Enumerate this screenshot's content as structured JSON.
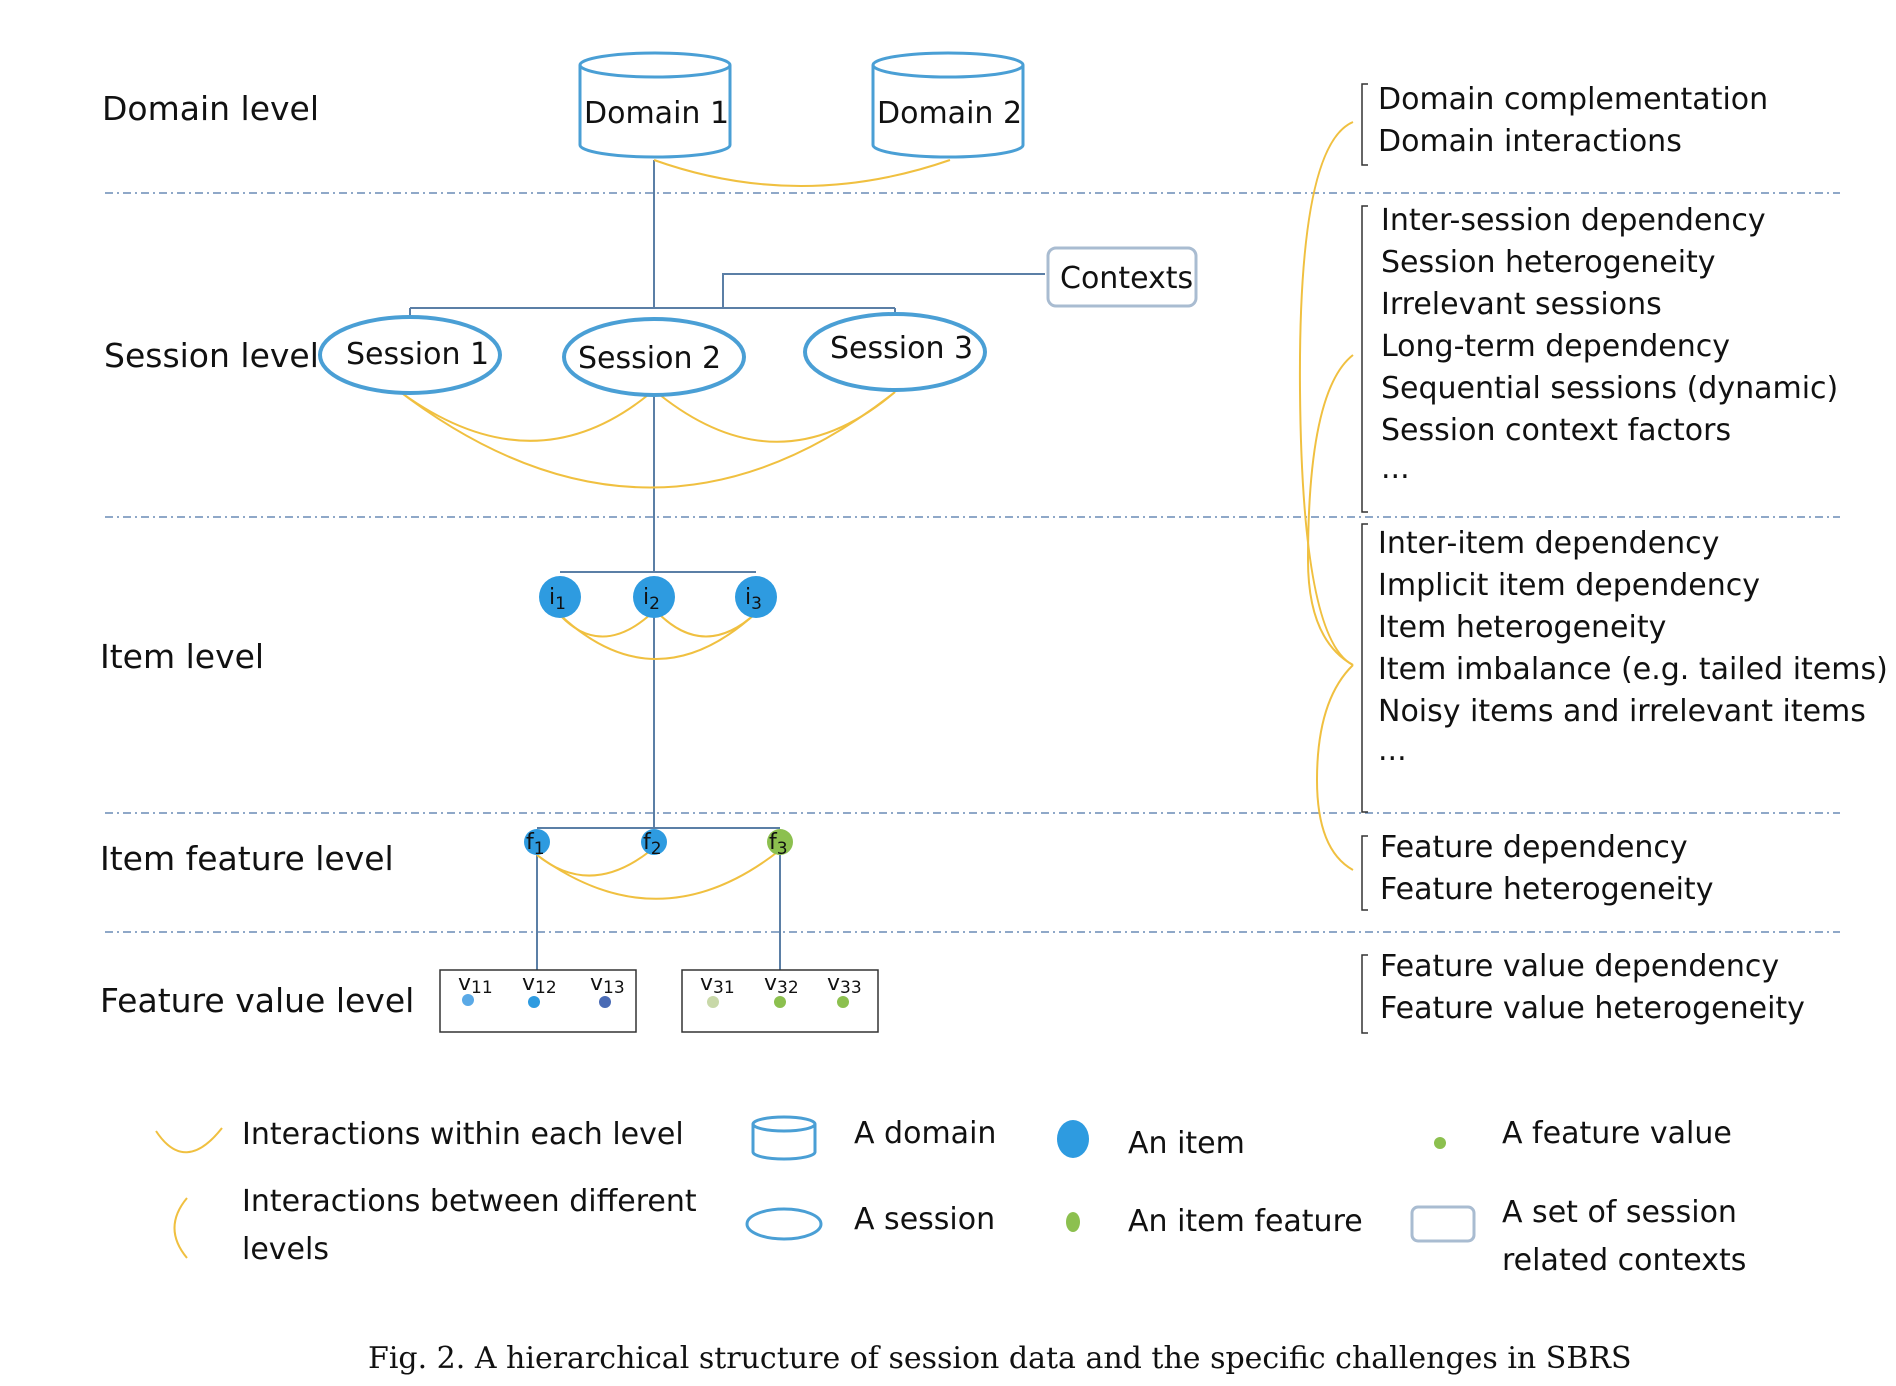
{
  "levels": [
    "Domain level",
    "Session level",
    "Item level",
    "Item feature level",
    "Feature value level"
  ],
  "domains": [
    "Domain 1",
    "Domain 2"
  ],
  "sessions": [
    "Session 1",
    "Session 2",
    "Session 3"
  ],
  "contexts": "Contexts",
  "items": [
    {
      "base": "i",
      "sub": "1"
    },
    {
      "base": "i",
      "sub": "2"
    },
    {
      "base": "i",
      "sub": "3"
    }
  ],
  "features": [
    {
      "base": "f",
      "sub": "1"
    },
    {
      "base": "f",
      "sub": "2"
    },
    {
      "base": "f",
      "sub": "3"
    }
  ],
  "feature_values_1": [
    {
      "base": "v",
      "sub": "11"
    },
    {
      "base": "v",
      "sub": "12"
    },
    {
      "base": "v",
      "sub": "13"
    }
  ],
  "feature_values_3": [
    {
      "base": "v",
      "sub": "31"
    },
    {
      "base": "v",
      "sub": "32"
    },
    {
      "base": "v",
      "sub": "33"
    }
  ],
  "challenges": {
    "domain": [
      "Domain complementation",
      "Domain interactions"
    ],
    "session": [
      "Inter-session dependency",
      "Session heterogeneity",
      "Irrelevant sessions",
      "Long-term dependency",
      "Sequential sessions (dynamic)",
      "Session context factors",
      "..."
    ],
    "item": [
      "Inter-item dependency",
      "Implicit item dependency",
      "Item heterogeneity",
      "Item imbalance (e.g. tailed items)",
      "Noisy items and irrelevant items",
      "..."
    ],
    "feature": [
      "Feature dependency",
      "Feature heterogeneity"
    ],
    "value": [
      "Feature value dependency",
      "Feature value heterogeneity"
    ]
  },
  "legend": {
    "within": "Interactions within each level",
    "between_1": "Interactions between different",
    "between_2": "levels",
    "domain": "A domain",
    "session": "A session",
    "item": "An item",
    "item_feature": "An item feature",
    "feature_value": "A feature value",
    "contexts_1": "A set of session",
    "contexts_2": "related contexts"
  },
  "caption": "Fig. 2.  A hierarchical structure of session data and the specific challenges in SBRS",
  "colors": {
    "node_blue": "#2E9BE0",
    "outline_blue": "#4A9FD5",
    "feature_green": "#8CC04F",
    "interaction_yellow": "#F0C040",
    "tree_line": "#5B7FA6",
    "separator": "#6A8CB5"
  }
}
